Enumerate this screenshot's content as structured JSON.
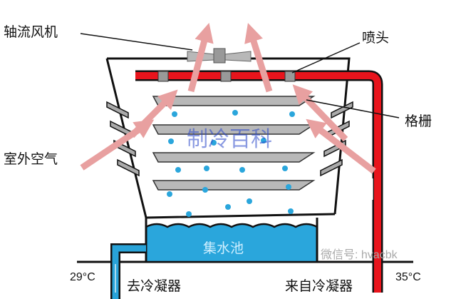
{
  "labels": {
    "fan": "轴流风机",
    "nozzle": "喷头",
    "grille": "格栅",
    "outdoor_air": "室外空气",
    "watermark_center": "制冷百科",
    "basin": "集水池",
    "temp_out": "29°C",
    "to_condenser": "去冷凝器",
    "from_condenser": "来自冷凝器",
    "temp_in": "35°C",
    "watermark_corner": "微信号: hvacbk"
  },
  "colors": {
    "hot_pipe": "#e8141c",
    "cold_pipe": "#29a3d8",
    "water": "#2aa6dc",
    "air_arrow": "#e8a0a0",
    "fill": "#b8b8b8"
  }
}
